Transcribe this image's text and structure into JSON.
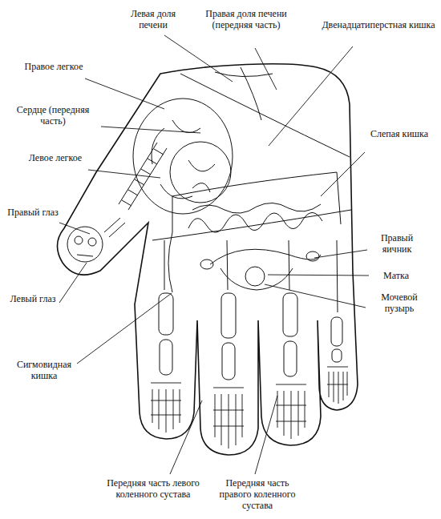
{
  "diagram": {
    "labels": [
      "Левая доля печени",
      "Правая доля печени (передняя часть)",
      "Двенадцатиперстная кишка",
      "Правое легкое",
      "Сердце (передняя часть)",
      "Слепая кишка",
      "Левое легкое",
      "Правый глаз",
      "Правый яичник",
      "Матка",
      "Мочевой пузырь",
      "Левый глаз",
      "Сигмовидная кишка",
      "Передняя часть левого коленного сустава",
      "Передняя часть правого коленного сустава"
    ]
  }
}
